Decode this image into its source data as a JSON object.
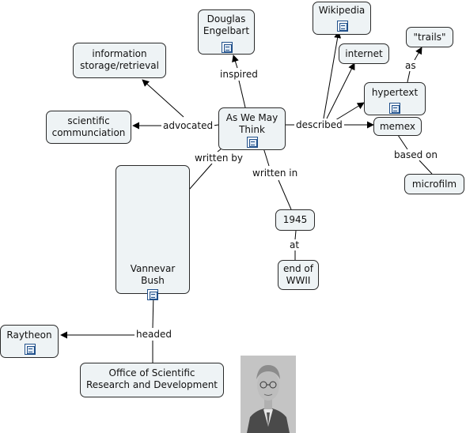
{
  "concepts": {
    "douglas": "Douglas\nEngelbart",
    "wikipedia": "Wikipedia",
    "trails": "\"trails\"",
    "internet": "internet",
    "info": "information\nstorage/retrieval",
    "hypertext": "hypertext",
    "sci": "scientific\ncommunciation",
    "aswe": "As We May\nThink",
    "memex": "memex",
    "microfilm": "microfilm",
    "vannevar": "Vannevar\nBush",
    "year": "1945",
    "endwwii": "end of\nWWII",
    "raytheon": "Raytheon",
    "osrd": "Office of Scientific\nResearch and Development"
  },
  "links": {
    "inspired": "inspired",
    "advocated": "advocated",
    "described": "described",
    "as": "as",
    "based_on": "based on",
    "written_by": "written by",
    "written_in": "written in",
    "at": "at",
    "headed": "headed"
  },
  "icons": {
    "resource": "document-icon",
    "portrait": "vannevar-bush-photo"
  },
  "colors": {
    "node_fill": "#eef3f5",
    "node_border": "#2a2a2a",
    "icon": "#1f4f8a",
    "lines": "#000000"
  }
}
